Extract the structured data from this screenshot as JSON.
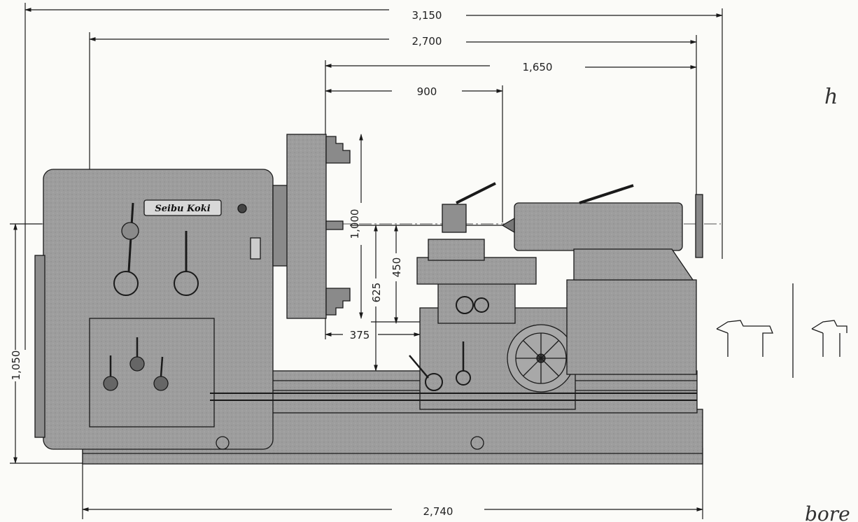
{
  "drawing": {
    "brand": "Seibu Koki",
    "colors": {
      "paper": "#fbfbf8",
      "machine_body": "#9c9c9c",
      "machine_dark": "#5a5a5a",
      "line": "#1a1a1a"
    },
    "dimensions": {
      "overall_top": "3,150",
      "second": "2,700",
      "third": "1,650",
      "fourth": "900",
      "chuck_dia": "1,000",
      "swing_radius": "450",
      "center_height": "625",
      "chuck_offset": "375",
      "overall_height": "1,050",
      "base_length": "2,740"
    },
    "handwriting": {
      "mark_top": "h",
      "mark_bottom": "bore"
    }
  }
}
